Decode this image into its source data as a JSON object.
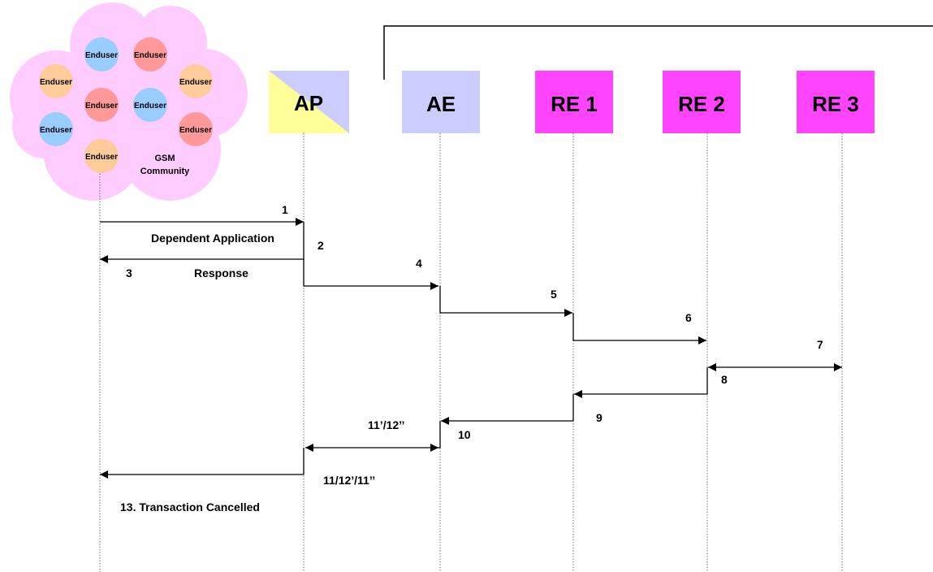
{
  "participants": [
    {
      "id": "ap",
      "label": "AP",
      "fill": "#ffff99",
      "fill2": "#ccccff"
    },
    {
      "id": "ae",
      "label": "AE",
      "fill": "#ccccff"
    },
    {
      "id": "re1",
      "label": "RE 1",
      "fill": "#ff44ff"
    },
    {
      "id": "re2",
      "label": "RE 2",
      "fill": "#ff44ff"
    },
    {
      "id": "re3",
      "label": "RE 3",
      "fill": "#ff44ff"
    }
  ],
  "community": {
    "label_line1": "GSM",
    "label_line2": "Community",
    "cloud_color": "#ffccff",
    "endusers": [
      {
        "label": "Enduser",
        "color": "#99ccff"
      },
      {
        "label": "Enduser",
        "color": "#ff9999"
      },
      {
        "label": "Enduser",
        "color": "#ffcc99"
      },
      {
        "label": "Enduser",
        "color": "#ffcc99"
      },
      {
        "label": "Enduser",
        "color": "#ff9999"
      },
      {
        "label": "Enduser",
        "color": "#99ccff"
      },
      {
        "label": "Enduser",
        "color": "#99ccff"
      },
      {
        "label": "Enduser",
        "color": "#ff9999"
      },
      {
        "label": "Enduser",
        "color": "#ffcc99"
      }
    ]
  },
  "messages": {
    "n1": "1",
    "dependent_application": "Dependent Application",
    "n2": "2",
    "n3": "3",
    "response": "Response",
    "n4": "4",
    "n5": "5",
    "n6": "6",
    "n7": "7",
    "n8": "8",
    "n9": "9",
    "n10": "10",
    "n11_12": "11’/12’’",
    "n11_12_11": "11/12’/11’’",
    "transaction_cancelled": "13.  Transaction Cancelled"
  }
}
